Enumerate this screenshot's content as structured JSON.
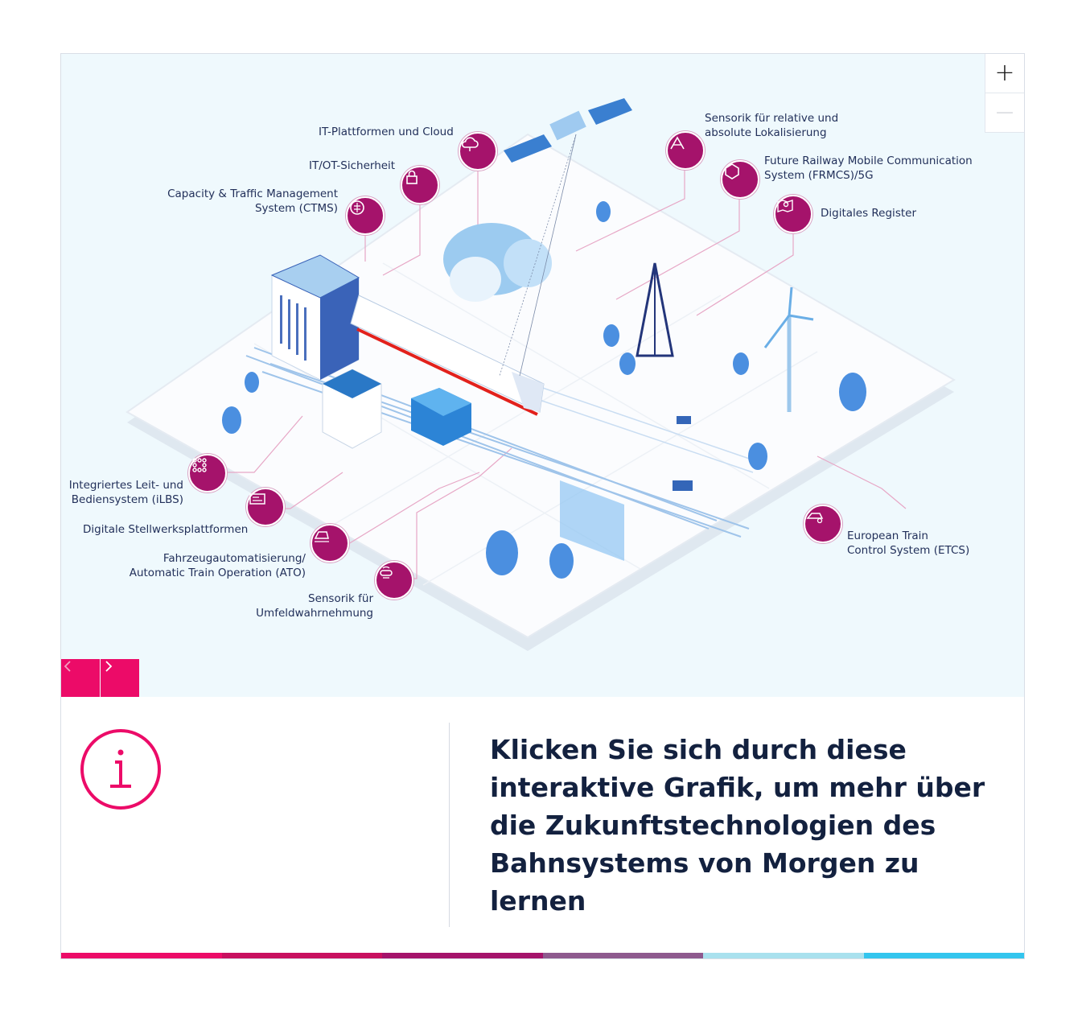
{
  "zoom": {
    "in_label": "+",
    "out_label": "—"
  },
  "hotspots": {
    "it_plattformen": "IT-Plattformen und Cloud",
    "it_ot": "IT/OT-Sicherheit",
    "ctms_line1": "Capacity & Traffic Management",
    "ctms_line2": "System (CTMS)",
    "sensorik_lok_line1": "Sensorik für relative und",
    "sensorik_lok_line2": "absolute Lokalisierung",
    "frmcs_line1": "Future Railway Mobile Communication",
    "frmcs_line2": "System (FRMCS)/5G",
    "digitales_register": "Digitales Register",
    "ilbs_line1": "Integriertes Leit- und",
    "ilbs_line2": "Bediensystem (iLBS)",
    "stellwerk": "Digitale Stellwerksplattformen",
    "ato_line1": "Fahrzeugautomatisierung/",
    "ato_line2": "Automatic Train Operation (ATO)",
    "umfeld_line1": "Sensorik für",
    "umfeld_line2": "Umfeldwahrnehmung",
    "etcs_line1": "European Train",
    "etcs_line2": "Control System (ETCS)"
  },
  "info": {
    "text": "Klicken Sie sich durch diese interaktive Grafik, um mehr über die Zukunftstechnologien des Bahnsystems von Morgen zu lernen"
  },
  "colors": {
    "accent": "#ec0b68",
    "hub": "#a5136b",
    "bar": [
      "#ec0b68",
      "#c8105f",
      "#a5136b",
      "#8e5a8e",
      "#a9e1ee",
      "#33c5ee"
    ]
  },
  "icons": {
    "prev": "chevron-left-icon",
    "next": "chevron-right-icon",
    "info": "info-icon"
  }
}
